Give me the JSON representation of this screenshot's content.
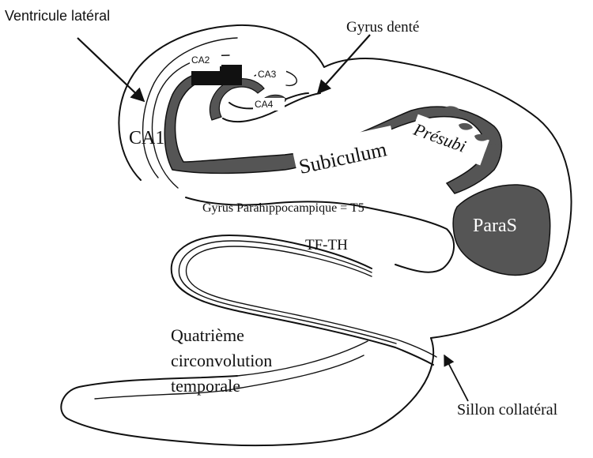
{
  "labels": {
    "ventricule": "Ventricule latéral",
    "gyrus_dente": "Gyrus denté",
    "ca1": "CA1",
    "ca2": "CA2",
    "ca3": "CA3",
    "ca4": "CA4",
    "subiculum": "Subiculum",
    "presubi": "Présubi",
    "paras": "ParaS",
    "parahippocampique": "Gyrus Parahippocampique = T5",
    "tf_th": "TF-TH",
    "quatrieme_line1": "Quatrième",
    "quatrieme_line2": "circonvolution",
    "quatrieme_line3": "temporale",
    "sillon": "Sillon collatéral"
  },
  "colors": {
    "ink": "#111111",
    "gray_matter": "#555555",
    "background": "#ffffff"
  }
}
